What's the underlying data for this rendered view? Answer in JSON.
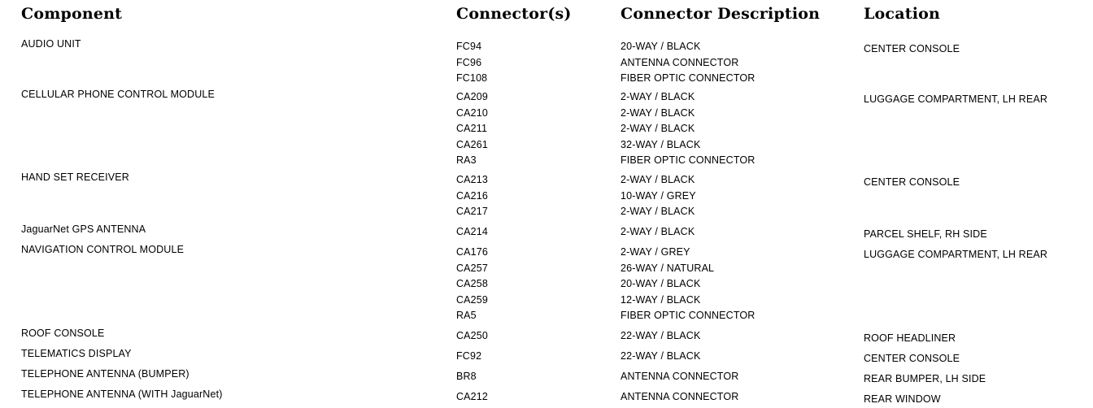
{
  "headers": {
    "component": "Component",
    "connectors": "Connector(s)",
    "description": "Connector Description",
    "location": "Location"
  },
  "rows": [
    {
      "component": "AUDIO UNIT",
      "connectors": [
        "FC94",
        "FC96",
        "FC108"
      ],
      "descriptions": [
        "20-WAY / BLACK",
        "ANTENNA CONNECTOR",
        "FIBER OPTIC CONNECTOR"
      ],
      "location": "CENTER CONSOLE"
    },
    {
      "component": "CELLULAR PHONE CONTROL MODULE",
      "connectors": [
        "CA209",
        "CA210",
        "CA211",
        "CA261",
        "RA3"
      ],
      "descriptions": [
        "2-WAY / BLACK",
        "2-WAY / BLACK",
        "2-WAY / BLACK",
        "32-WAY / BLACK",
        "FIBER OPTIC CONNECTOR"
      ],
      "location": "LUGGAGE COMPARTMENT, LH REAR"
    },
    {
      "component": "HAND SET RECEIVER",
      "connectors": [
        "CA213",
        "CA216",
        "CA217"
      ],
      "descriptions": [
        "2-WAY / BLACK",
        "10-WAY / GREY",
        "2-WAY / BLACK"
      ],
      "location": "CENTER CONSOLE"
    },
    {
      "component": "JaguarNet GPS ANTENNA",
      "connectors": [
        "CA214"
      ],
      "descriptions": [
        "2-WAY / BLACK"
      ],
      "location": "PARCEL SHELF, RH SIDE"
    },
    {
      "component": "NAVIGATION CONTROL MODULE",
      "connectors": [
        "CA176",
        "CA257",
        "CA258",
        "CA259",
        "RA5"
      ],
      "descriptions": [
        "2-WAY / GREY",
        "26-WAY / NATURAL",
        "20-WAY / BLACK",
        "12-WAY / BLACK",
        "FIBER OPTIC CONNECTOR"
      ],
      "location": "LUGGAGE COMPARTMENT, LH REAR"
    },
    {
      "component": "ROOF CONSOLE",
      "connectors": [
        "CA250"
      ],
      "descriptions": [
        "22-WAY / BLACK"
      ],
      "location": "ROOF HEADLINER"
    },
    {
      "component": "TELEMATICS DISPLAY",
      "connectors": [
        "FC92"
      ],
      "descriptions": [
        "22-WAY / BLACK"
      ],
      "location": "CENTER CONSOLE"
    },
    {
      "component": "TELEPHONE ANTENNA (BUMPER)",
      "connectors": [
        "BR8"
      ],
      "descriptions": [
        "ANTENNA CONNECTOR"
      ],
      "location": "REAR BUMPER, LH SIDE"
    },
    {
      "component": "TELEPHONE ANTENNA (WITH JaguarNet)",
      "connectors": [
        "CA212"
      ],
      "descriptions": [
        "ANTENNA CONNECTOR"
      ],
      "location": "REAR WINDOW"
    }
  ]
}
